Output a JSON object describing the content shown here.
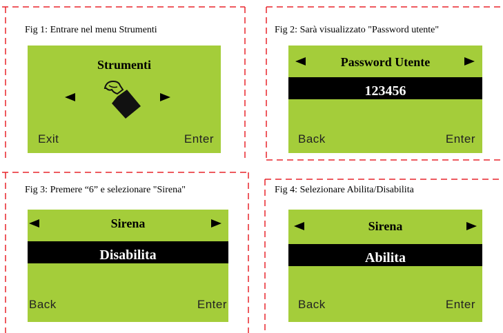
{
  "figures": [
    {
      "caption": "Fig 1: Entrare nel menu Strumenti",
      "title": "Strumenti",
      "left_key": "Exit",
      "right_key": "Enter",
      "icon": "tools-hand-icon"
    },
    {
      "caption": "Fig 2: Sarà visualizzato \"Password utente\"",
      "title": "Password Utente",
      "bar_text": "123456",
      "left_key": "Back",
      "right_key": "Enter"
    },
    {
      "caption": "Fig 3: Premere “6” e selezionare \"Sirena\"",
      "title": "Sirena",
      "bar_text": "Disabilita",
      "left_key": "Back",
      "right_key": "Enter"
    },
    {
      "caption": "Fig 4: Selezionare Abilita/Disabilita",
      "title": "Sirena",
      "bar_text": "Abilita",
      "left_key": "Back",
      "right_key": "Enter"
    }
  ],
  "colors": {
    "lcd_background": "#a4cd3a",
    "dashed_border": "#e8242a",
    "bar": "#000000",
    "bar_text": "#ffffff"
  }
}
